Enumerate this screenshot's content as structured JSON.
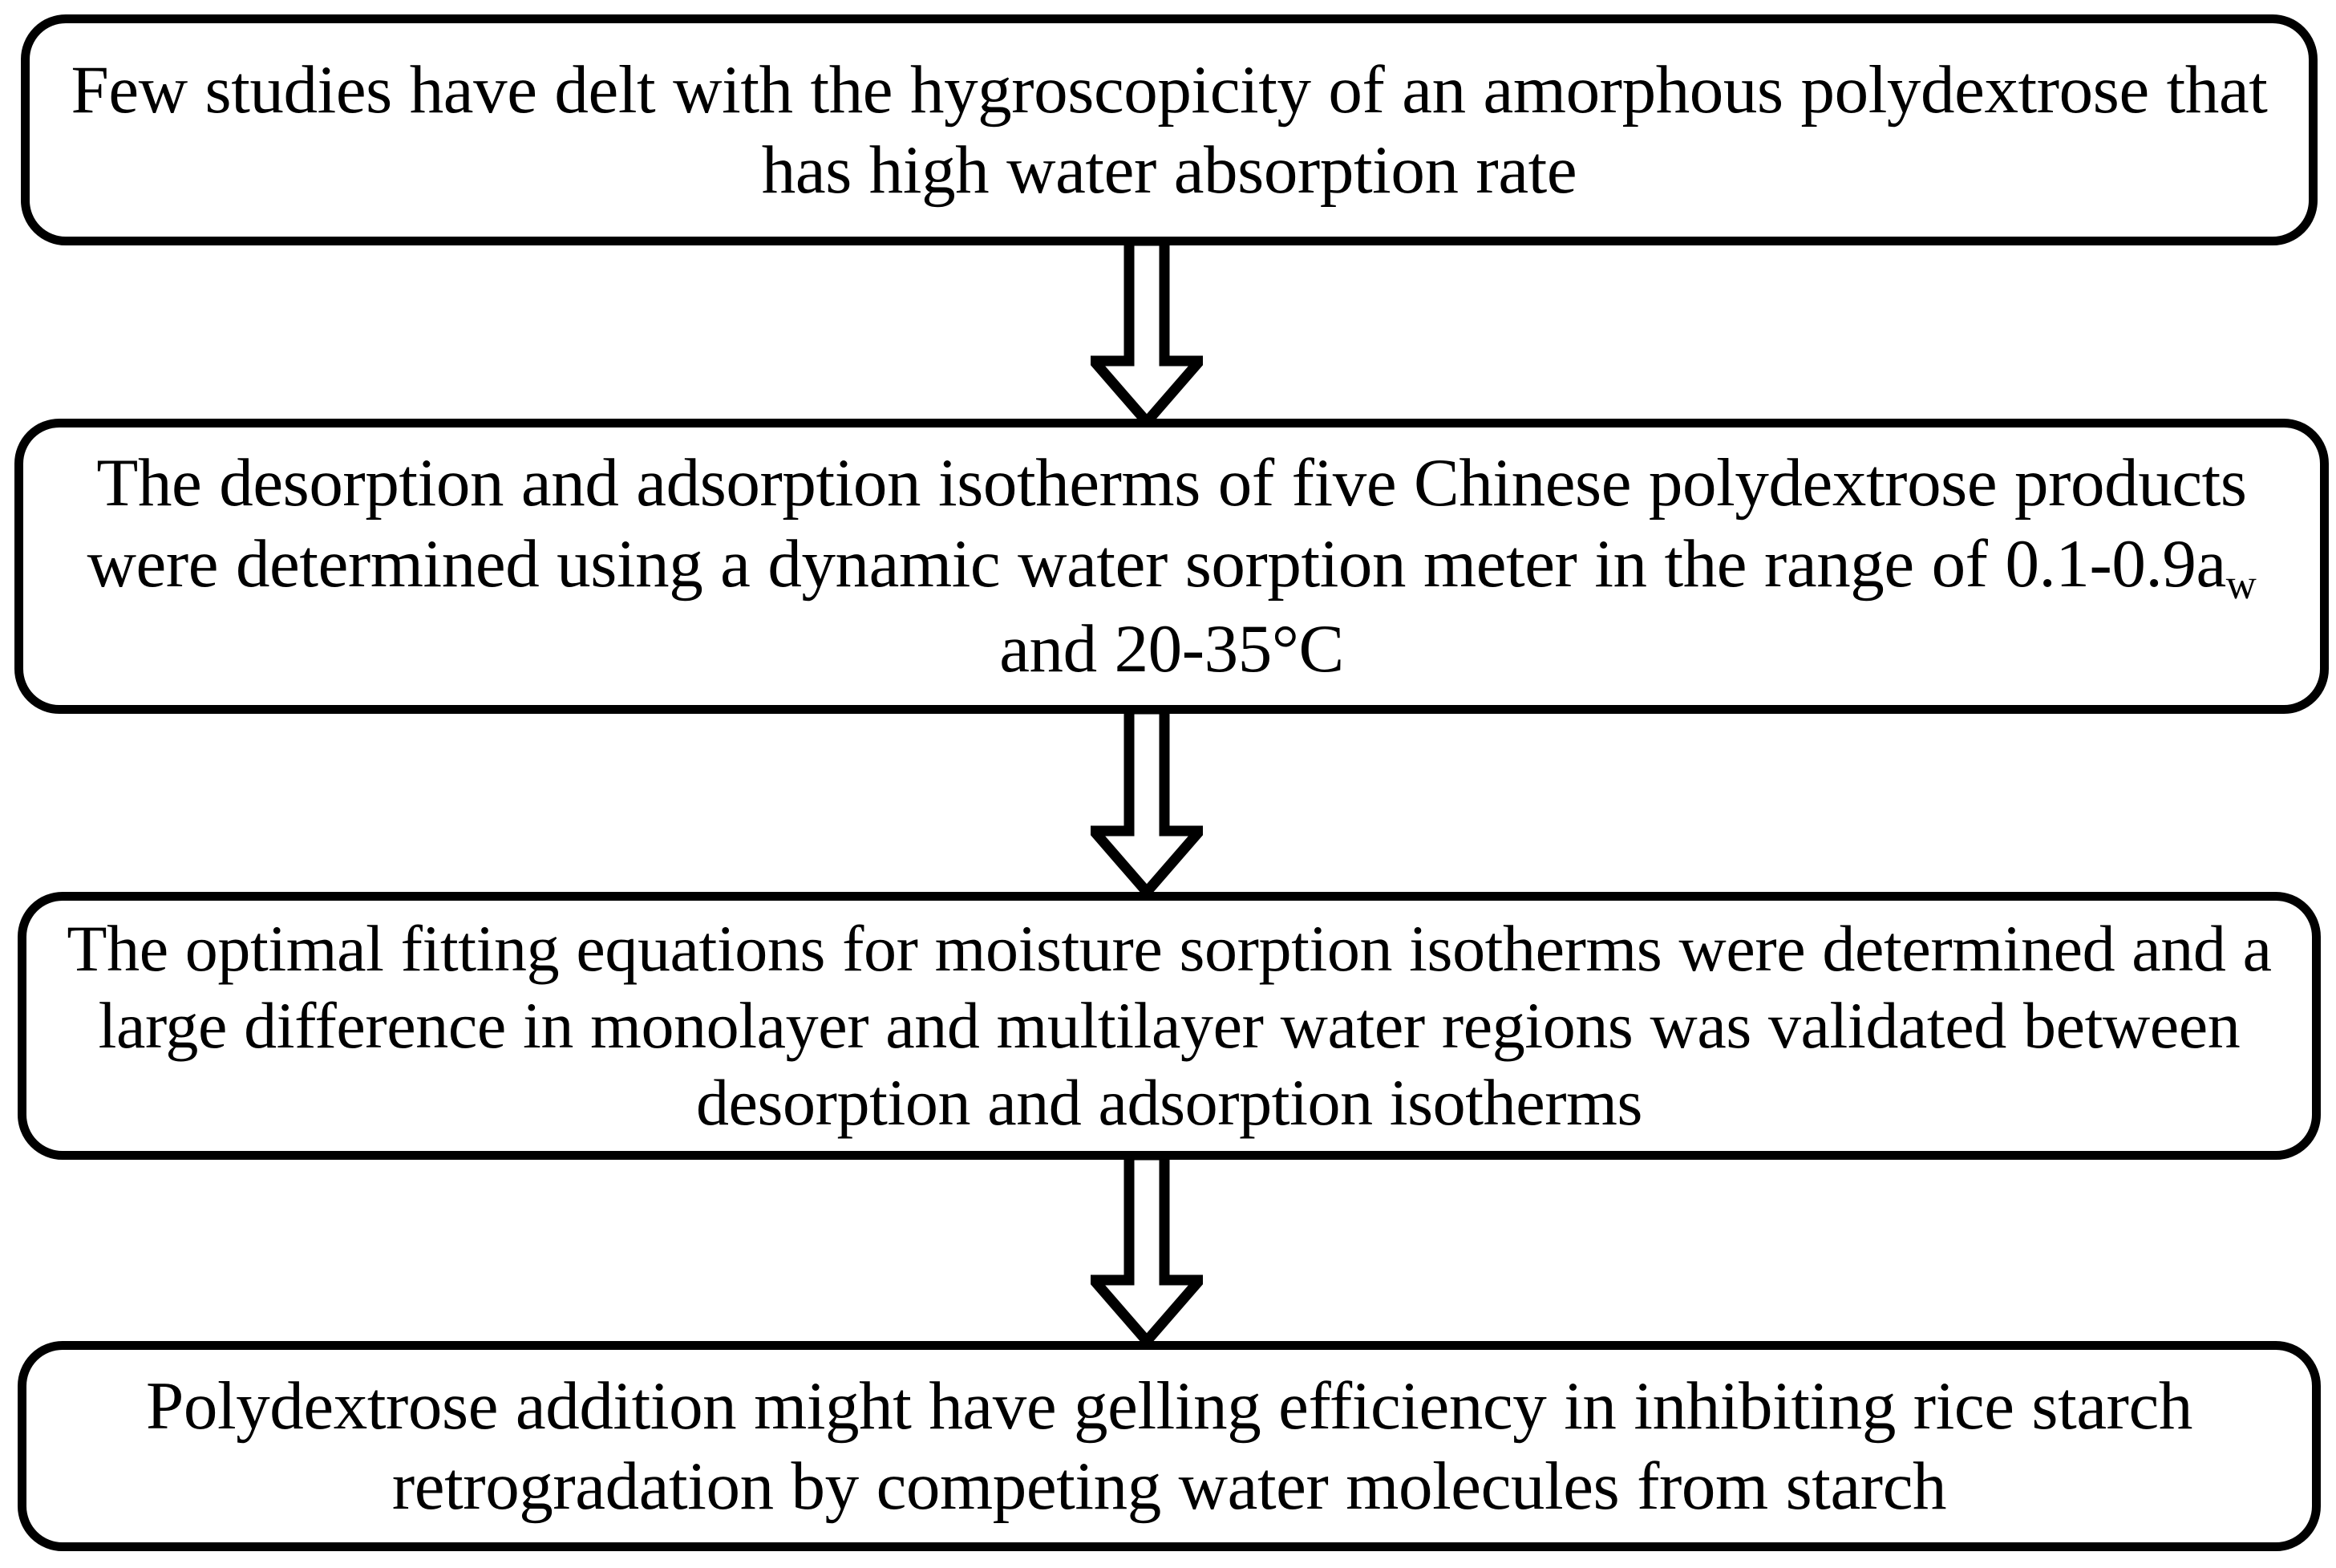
{
  "diagram": {
    "type": "flowchart",
    "orientation": "vertical-top-to-bottom",
    "background_color": "#ffffff",
    "line_color": "#000000",
    "text_color": "#000000",
    "nodes": [
      {
        "id": "box-1",
        "shape": "rounded-rectangle",
        "text": "Few studies have delt with the hygroscopicity of an amorphous polydextrose that has high water absorption rate"
      },
      {
        "id": "box-2",
        "shape": "rounded-rectangle",
        "text_part_1": "The desorption and adsorption isotherms of five Chinese polydextrose products were determined using a dynamic water sorption meter in the range of 0.1-0.9a",
        "subscript": "w",
        "text_part_2": " and 20-35°C"
      },
      {
        "id": "box-3",
        "shape": "rounded-rectangle",
        "text": " The optimal fitting equations for moisture sorption isotherms were determined and a large difference in monolayer and multilayer water regions was validated between desorption and adsorption isotherms"
      },
      {
        "id": "box-4",
        "shape": "rounded-rectangle",
        "text": "Polydextrose addition might have gelling efficiency in inhibiting rice starch retrogradation by competing water molecules from starch"
      }
    ],
    "connectors": [
      {
        "id": "arrow-1",
        "from": "box-1",
        "to": "box-2",
        "icon": "down-block-arrow-icon"
      },
      {
        "id": "arrow-2",
        "from": "box-2",
        "to": "box-3",
        "icon": "down-block-arrow-icon"
      },
      {
        "id": "arrow-3",
        "from": "box-3",
        "to": "box-4",
        "icon": "down-block-arrow-icon"
      }
    ]
  }
}
